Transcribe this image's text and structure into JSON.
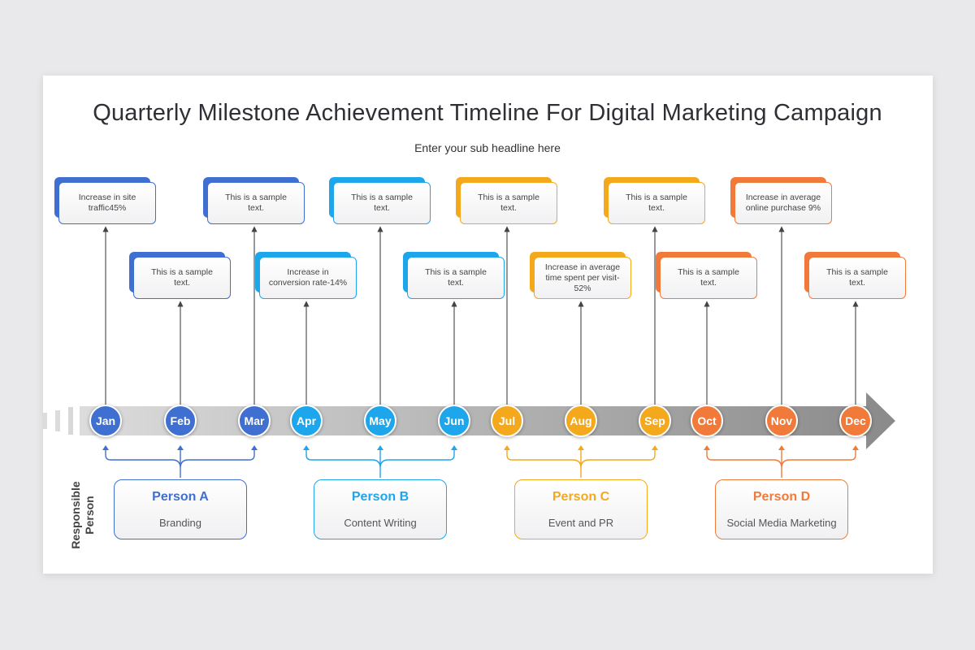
{
  "title": "Quarterly Milestone Achievement Timeline For Digital Marketing Campaign",
  "subtitle": "Enter your sub headline here",
  "responsible_label": "Responsible Person",
  "colors": {
    "blue_dark": "#3f6fd1",
    "blue_light": "#1ea6ec",
    "yellow": "#f4a81c",
    "orange": "#f17a3a",
    "arrow_gray": "#8e8e8e"
  },
  "months": [
    "Jan",
    "Feb",
    "Mar",
    "Apr",
    "May",
    "Jun",
    "Jul",
    "Aug",
    "Sep",
    "Oct",
    "Nov",
    "Dec"
  ],
  "milestones": [
    {
      "month": "Jan",
      "text": "Increase in site traffic45%"
    },
    {
      "month": "Feb",
      "text": "This is a sample text."
    },
    {
      "month": "Mar",
      "text": "This is a sample text."
    },
    {
      "month": "Apr",
      "text": "Increase in conversion rate-14%"
    },
    {
      "month": "May",
      "text": "This is a sample text."
    },
    {
      "month": "Jun",
      "text": "This is a sample text."
    },
    {
      "month": "Jul",
      "text": "This is a sample text."
    },
    {
      "month": "Aug",
      "text": "Increase in average time spent per visit-52%"
    },
    {
      "month": "Sep",
      "text": "This is a sample text."
    },
    {
      "month": "Oct",
      "text": "This is a sample text."
    },
    {
      "month": "Nov",
      "text": "Increase in average online purchase 9%"
    },
    {
      "month": "Dec",
      "text": "This is a sample text."
    }
  ],
  "persons": [
    {
      "name": "Person A",
      "role": "Branding"
    },
    {
      "name": "Person B",
      "role": "Content Writing"
    },
    {
      "name": "Person C",
      "role": "Event and PR"
    },
    {
      "name": "Person D",
      "role": "Social Media Marketing"
    }
  ]
}
